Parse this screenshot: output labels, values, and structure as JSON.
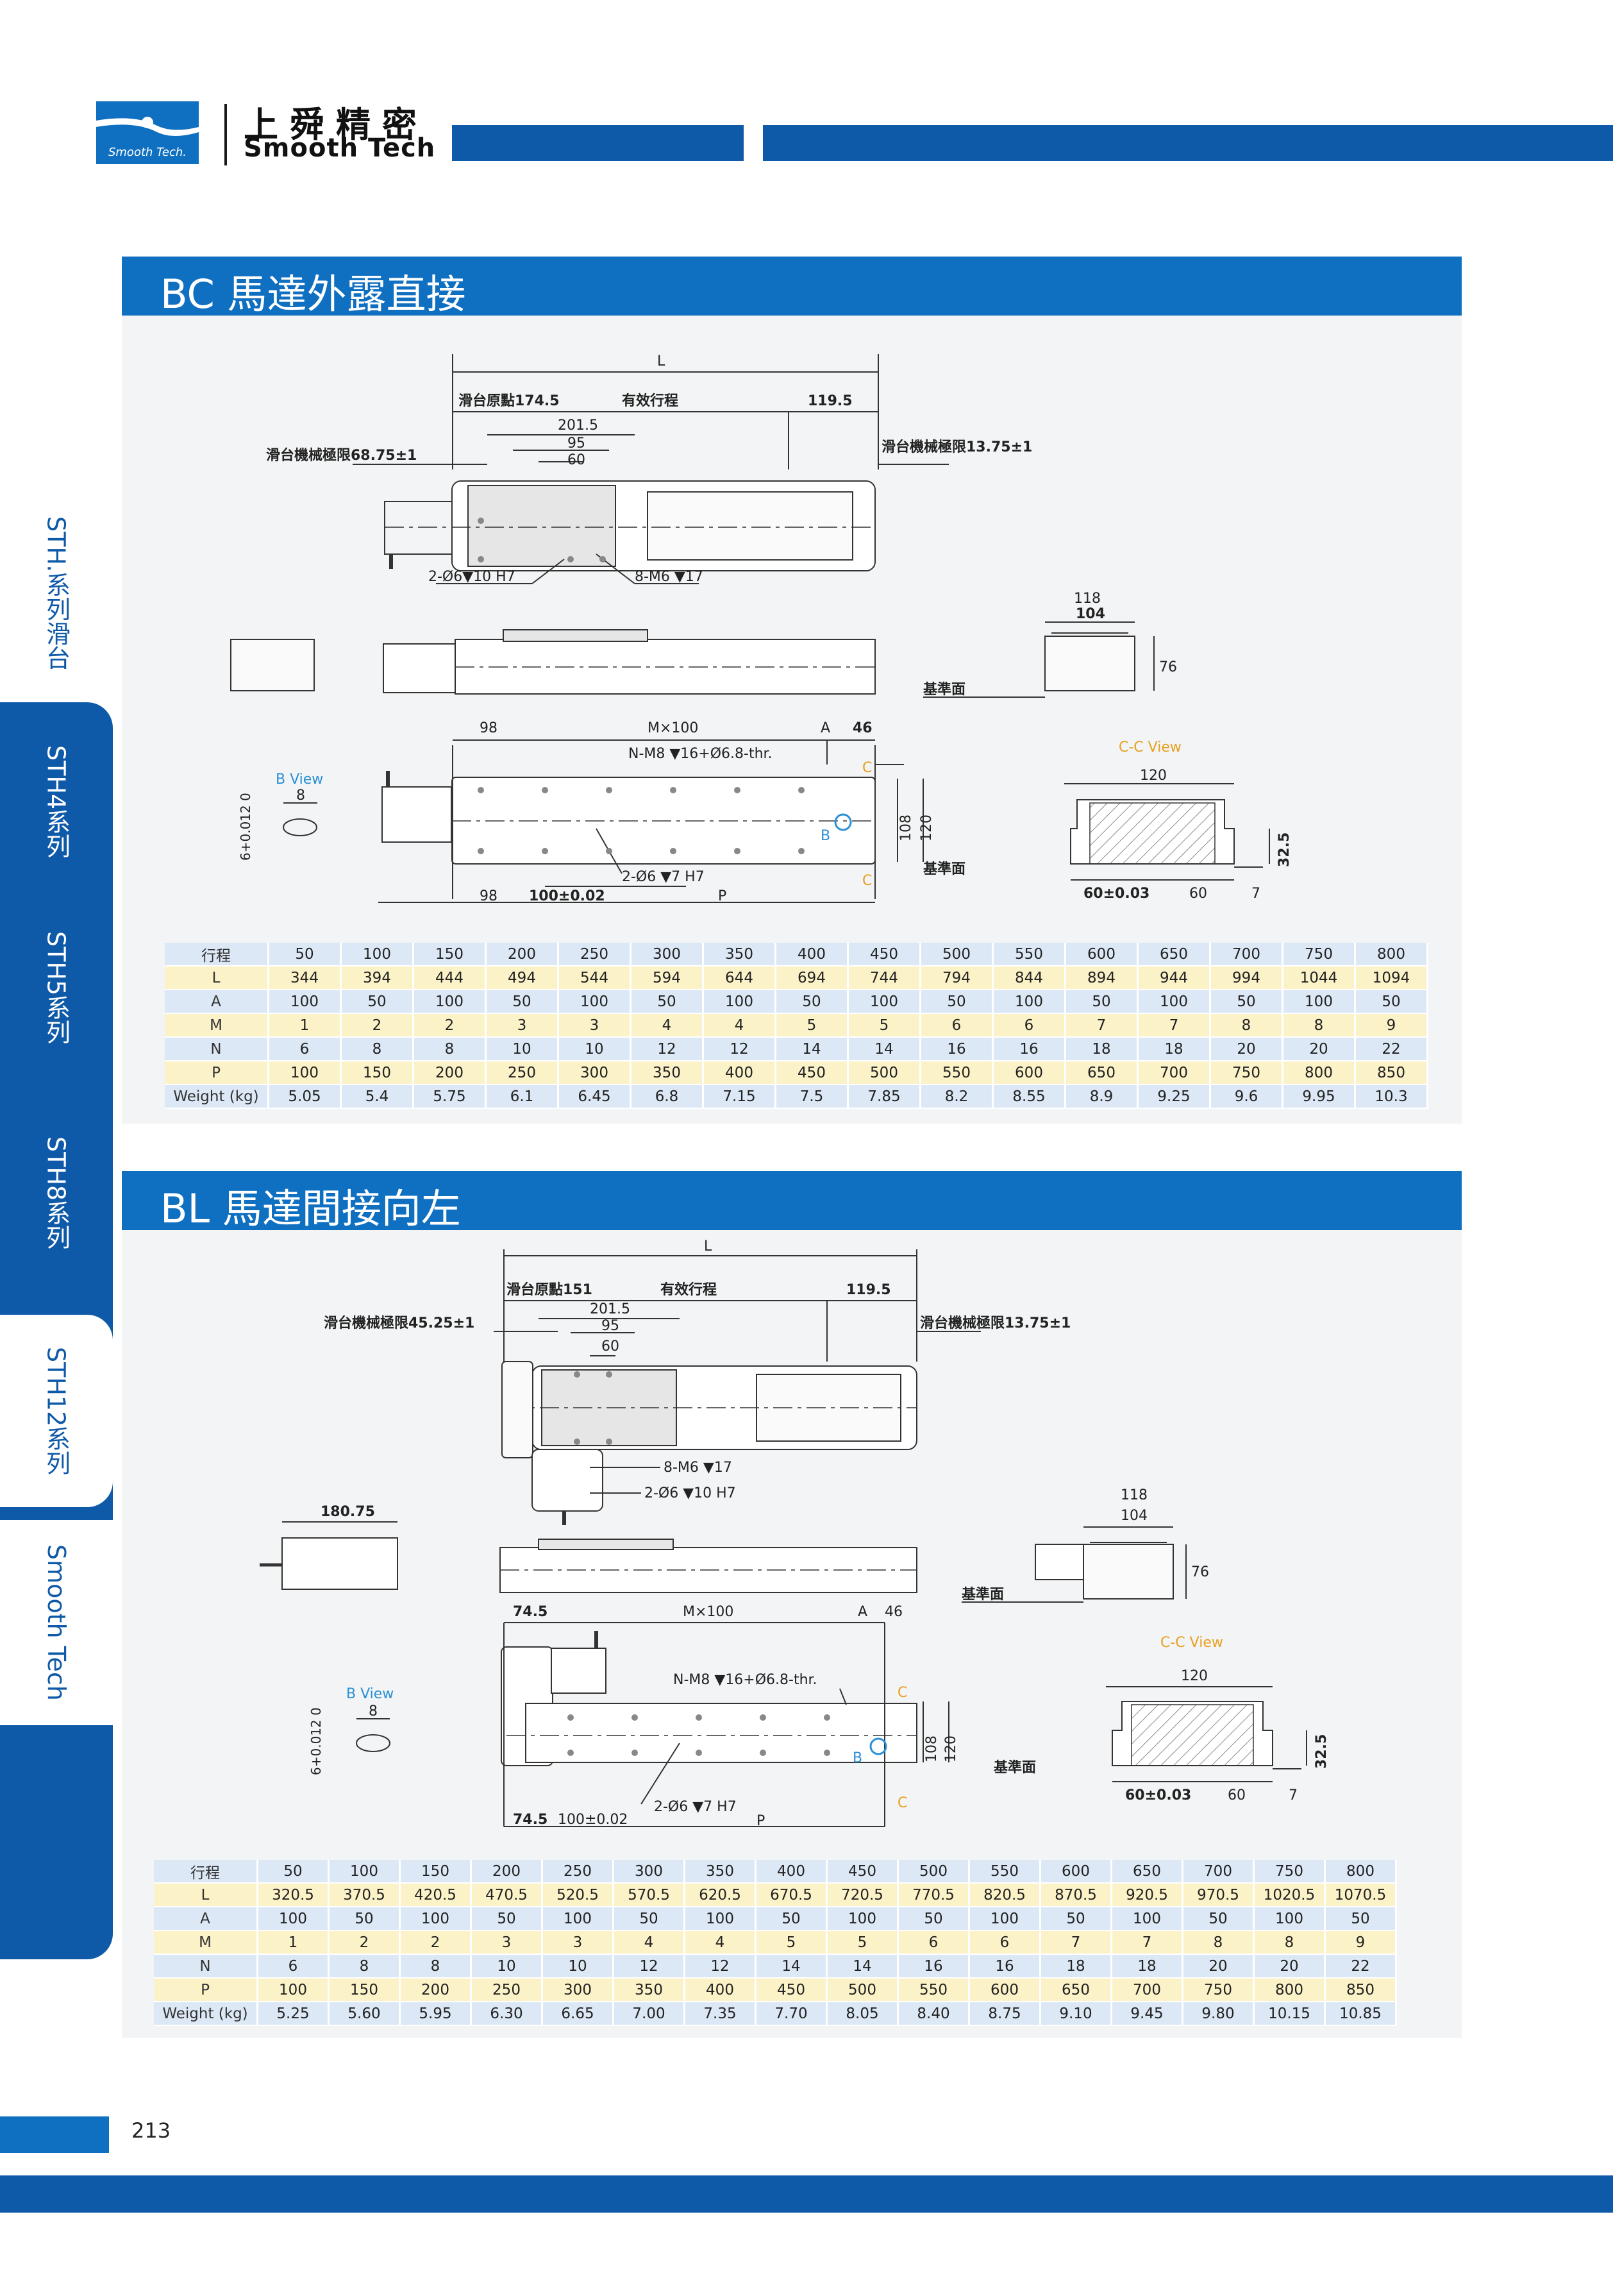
{
  "header": {
    "logo_text": "Smooth Tech.",
    "brand_cn": "上舜精密",
    "brand_en": "Smooth Tech"
  },
  "sidebar": {
    "tabs": [
      {
        "label": "STH.系列滑台"
      },
      {
        "label": "STH4系列"
      },
      {
        "label": "STH5系列"
      },
      {
        "label": "STH8系列"
      },
      {
        "label": "STH12系列"
      },
      {
        "label": "Smooth Tech"
      }
    ]
  },
  "section_bc": {
    "title": "BC  馬達外露直接",
    "drawing": {
      "L": "L",
      "origin": "滑台原點174.5",
      "stroke": "有效行程",
      "d119": "119.5",
      "d201": "201.5",
      "d95": "95",
      "d60": "60",
      "limit_left": "滑台機械極限68.75±1",
      "limit_right": "滑台機械極限13.75±1",
      "hole1": "2-Ø6▼10 H7",
      "hole2": "8-M6 ▼17",
      "d118": "118",
      "d104": "104",
      "d76": "76",
      "ref": "基準面",
      "d98": "98",
      "mx": "M×100",
      "a": "A",
      "d46": "46",
      "nm8": "N-M8 ▼16+Ø6.8-thr.",
      "c": "C",
      "b": "B",
      "d108": "108",
      "d120": "120",
      "hole3": "2-Ø6 ▼7 H7",
      "p": "P",
      "d98b": "98",
      "d100": "100±0.02",
      "bview": "B View",
      "d8": "8",
      "tol": "6+0.012\n0",
      "ccview": "C-C View",
      "cc120": "120",
      "d325": "32.5",
      "cc60a": "60±0.03",
      "cc60b": "60",
      "cc7": "7"
    },
    "table": {
      "rows": [
        {
          "h": "行程",
          "v": [
            "50",
            "100",
            "150",
            "200",
            "250",
            "300",
            "350",
            "400",
            "450",
            "500",
            "550",
            "600",
            "650",
            "700",
            "750",
            "800"
          ]
        },
        {
          "h": "L",
          "v": [
            "344",
            "394",
            "444",
            "494",
            "544",
            "594",
            "644",
            "694",
            "744",
            "794",
            "844",
            "894",
            "944",
            "994",
            "1044",
            "1094"
          ]
        },
        {
          "h": "A",
          "v": [
            "100",
            "50",
            "100",
            "50",
            "100",
            "50",
            "100",
            "50",
            "100",
            "50",
            "100",
            "50",
            "100",
            "50",
            "100",
            "50"
          ]
        },
        {
          "h": "M",
          "v": [
            "1",
            "2",
            "2",
            "3",
            "3",
            "4",
            "4",
            "5",
            "5",
            "6",
            "6",
            "7",
            "7",
            "8",
            "8",
            "9"
          ]
        },
        {
          "h": "N",
          "v": [
            "6",
            "8",
            "8",
            "10",
            "10",
            "12",
            "12",
            "14",
            "14",
            "16",
            "16",
            "18",
            "18",
            "20",
            "20",
            "22"
          ]
        },
        {
          "h": "P",
          "v": [
            "100",
            "150",
            "200",
            "250",
            "300",
            "350",
            "400",
            "450",
            "500",
            "550",
            "600",
            "650",
            "700",
            "750",
            "800",
            "850"
          ]
        },
        {
          "h": "Weight (kg)",
          "v": [
            "5.05",
            "5.4",
            "5.75",
            "6.1",
            "6.45",
            "6.8",
            "7.15",
            "7.5",
            "7.85",
            "8.2",
            "8.55",
            "8.9",
            "9.25",
            "9.6",
            "9.95",
            "10.3"
          ]
        }
      ]
    }
  },
  "section_bl": {
    "title": "BL  馬達間接向左",
    "drawing": {
      "L": "L",
      "origin": "滑台原點151",
      "stroke": "有效行程",
      "d119": "119.5",
      "d201": "201.5",
      "d95": "95",
      "d60": "60",
      "limit_left": "滑台機械極限45.25±1",
      "limit_right": "滑台機械極限13.75±1",
      "hole2": "8-M6 ▼17",
      "hole1": "2-Ø6 ▼10 H7",
      "d180": "180.75",
      "d118": "118",
      "d104": "104",
      "d76": "76",
      "ref": "基準面",
      "d745": "74.5",
      "mx": "M×100",
      "a": "A",
      "d46": "46",
      "nm8": "N-M8 ▼16+Ø6.8-thr.",
      "c": "C",
      "b": "B",
      "d108": "108",
      "d120": "120",
      "hole3": "2-Ø6 ▼7 H7",
      "p": "P",
      "d745b": "74.5",
      "d100": "100±0.02",
      "bview": "B View",
      "d8": "8",
      "tol": "6+0.012\n0",
      "ccview": "C-C View",
      "cc120": "120",
      "d325": "32.5",
      "cc60a": "60±0.03",
      "cc60b": "60",
      "cc7": "7"
    },
    "table": {
      "rows": [
        {
          "h": "行程",
          "v": [
            "50",
            "100",
            "150",
            "200",
            "250",
            "300",
            "350",
            "400",
            "450",
            "500",
            "550",
            "600",
            "650",
            "700",
            "750",
            "800"
          ]
        },
        {
          "h": "L",
          "v": [
            "320.5",
            "370.5",
            "420.5",
            "470.5",
            "520.5",
            "570.5",
            "620.5",
            "670.5",
            "720.5",
            "770.5",
            "820.5",
            "870.5",
            "920.5",
            "970.5",
            "1020.5",
            "1070.5"
          ]
        },
        {
          "h": "A",
          "v": [
            "100",
            "50",
            "100",
            "50",
            "100",
            "50",
            "100",
            "50",
            "100",
            "50",
            "100",
            "50",
            "100",
            "50",
            "100",
            "50"
          ]
        },
        {
          "h": "M",
          "v": [
            "1",
            "2",
            "2",
            "3",
            "3",
            "4",
            "4",
            "5",
            "5",
            "6",
            "6",
            "7",
            "7",
            "8",
            "8",
            "9"
          ]
        },
        {
          "h": "N",
          "v": [
            "6",
            "8",
            "8",
            "10",
            "10",
            "12",
            "12",
            "14",
            "14",
            "16",
            "16",
            "18",
            "18",
            "20",
            "20",
            "22"
          ]
        },
        {
          "h": "P",
          "v": [
            "100",
            "150",
            "200",
            "250",
            "300",
            "350",
            "400",
            "450",
            "500",
            "550",
            "600",
            "650",
            "700",
            "750",
            "800",
            "850"
          ]
        },
        {
          "h": "Weight (kg)",
          "v": [
            "5.25",
            "5.60",
            "5.95",
            "6.30",
            "6.65",
            "7.00",
            "7.35",
            "7.70",
            "8.05",
            "8.40",
            "8.75",
            "9.10",
            "9.45",
            "9.80",
            "10.15",
            "10.85"
          ]
        }
      ]
    }
  },
  "footer": {
    "page_number": "213"
  }
}
